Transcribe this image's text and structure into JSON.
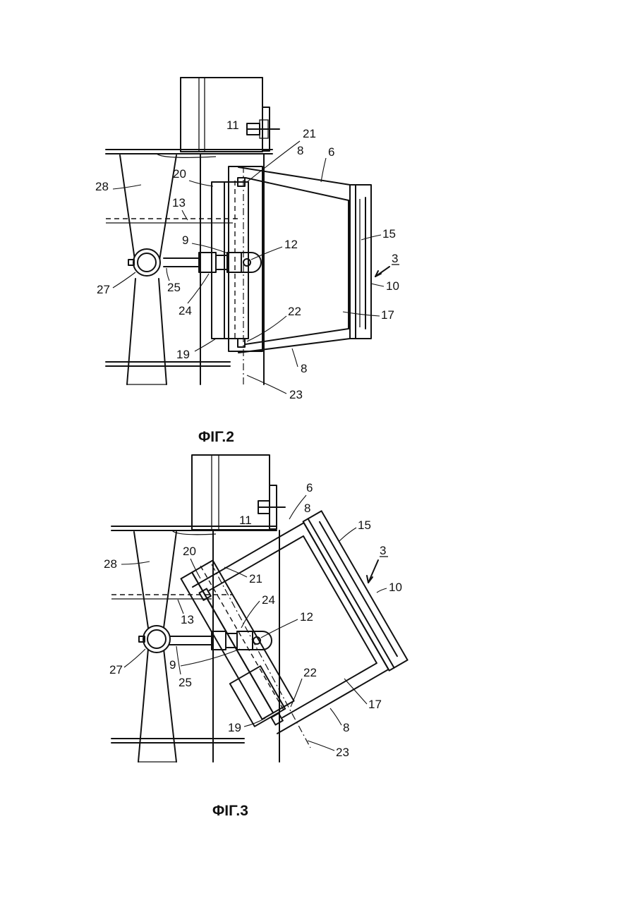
{
  "figures": [
    {
      "caption": "ΦΙΓ.2",
      "labels": {
        "l11": "11",
        "l21": "21",
        "l8a": "8",
        "l6": "6",
        "l20": "20",
        "l28": "28",
        "l13": "13",
        "l15": "15",
        "l9": "9",
        "l12": "12",
        "l3": "3",
        "l27": "27",
        "l25": "25",
        "l10": "10",
        "l24": "24",
        "l22": "22",
        "l17": "17",
        "l19": "19",
        "l8b": "8",
        "l23": "23"
      }
    },
    {
      "caption": "ΦΙΓ.3",
      "labels": {
        "l6": "6",
        "l11": "11",
        "l8a": "8",
        "l15": "15",
        "l3": "3",
        "l20": "20",
        "l28": "28",
        "l21": "21",
        "l10": "10",
        "l24": "24",
        "l13": "13",
        "l12": "12",
        "l9": "9",
        "l27": "27",
        "l25": "25",
        "l22": "22",
        "l17": "17",
        "l19": "19",
        "l8b": "8",
        "l23": "23"
      }
    }
  ]
}
